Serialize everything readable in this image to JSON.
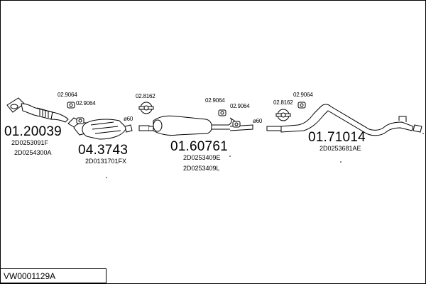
{
  "diagram_title": "VW0001129A",
  "parts": [
    {
      "number": "01.20039",
      "refs": [
        "2D0253091F",
        "2D0254300A"
      ]
    },
    {
      "number": "04.3743",
      "refs": [
        "2D0131701FX"
      ]
    },
    {
      "number": "01.60761",
      "refs": [
        "2D0253409E",
        "2D0253409L"
      ]
    },
    {
      "number": "01.71014",
      "refs": [
        "2D0253681AE"
      ]
    }
  ],
  "fittings": [
    "02.9064",
    "02.9064",
    "02.8162",
    "02.9064",
    "02.9064",
    "02.8162",
    "02.9064"
  ],
  "pipe_diameters": [
    "ø60",
    "ø60"
  ]
}
